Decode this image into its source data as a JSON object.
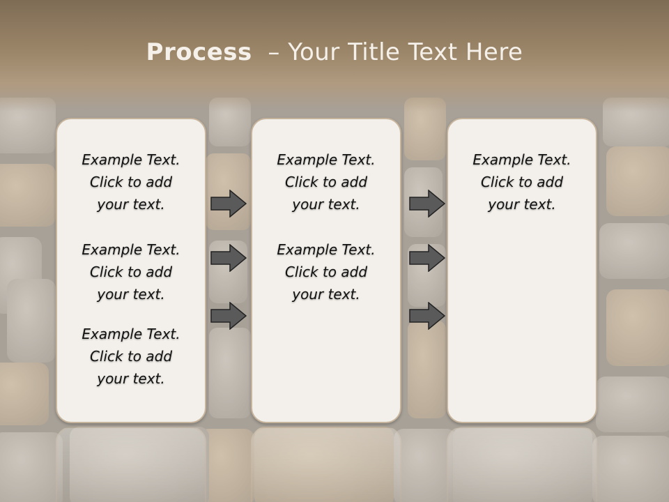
{
  "slide": {
    "title_bold": "Process",
    "title_rest": "– Your Title Text Here"
  },
  "columns": [
    {
      "paragraphs": [
        [
          "Example Text.",
          "Click  to add",
          "your text."
        ],
        [
          "Example Text.",
          "Click  to add",
          "your text."
        ],
        [
          "Example Text.",
          "Click  to add",
          "your text."
        ]
      ]
    },
    {
      "paragraphs": [
        [
          "Example Text.",
          "Click  to add",
          "your text."
        ],
        [
          "Example Text.",
          "Click  to add",
          "your text."
        ]
      ]
    },
    {
      "paragraphs": [
        [
          "Example Text.",
          "Click  to add",
          "your text."
        ]
      ]
    }
  ],
  "arrow_icon": "right-arrow-icon",
  "colors": {
    "title_band": "#8f7a60",
    "box_fill": "#f3f0eb",
    "box_border": "#c7b49c",
    "arrow": "#5a5a5a"
  }
}
